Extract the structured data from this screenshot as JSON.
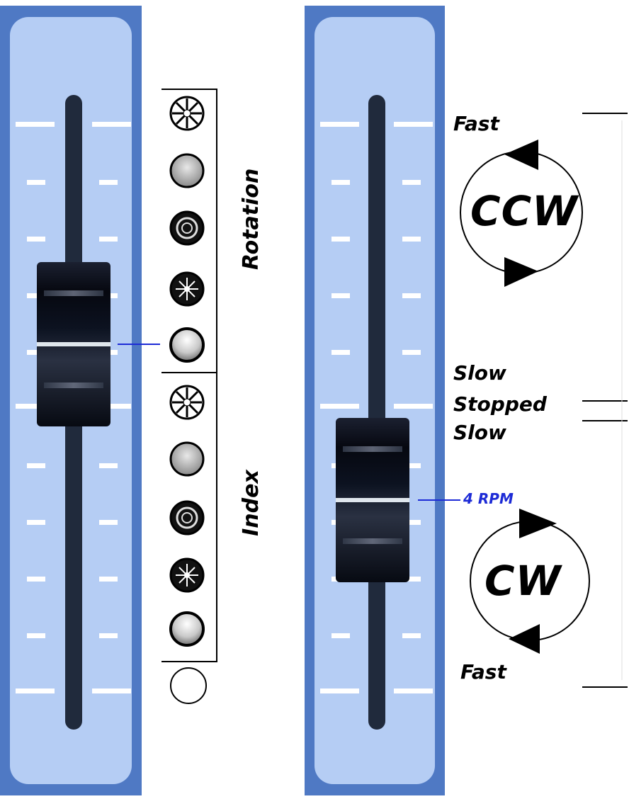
{
  "left_panel": {
    "group_rotation_label": "Rotation",
    "group_index_label": "Index",
    "gobo_icons": [
      "spiral-gobo-icon",
      "speckle-gobo-icon",
      "ring-gobo-icon",
      "starburst-gobo-icon",
      "open-gobo-icon"
    ],
    "empty_slot_icon": "open-circle-icon"
  },
  "right_panel": {
    "ccw_label": "CCW",
    "cw_label": "CW",
    "fast_top_label": "Fast",
    "slow_top_label": "Slow",
    "stopped_label": "Stopped",
    "slow_bottom_label": "Slow",
    "fast_bottom_label": "Fast",
    "position_readout": "4 RPM"
  },
  "colors": {
    "frame": "#4f79c4",
    "fader_bg": "#b5cdf4",
    "indicator": "#1d2bd6",
    "knob": "#0a0d16"
  }
}
